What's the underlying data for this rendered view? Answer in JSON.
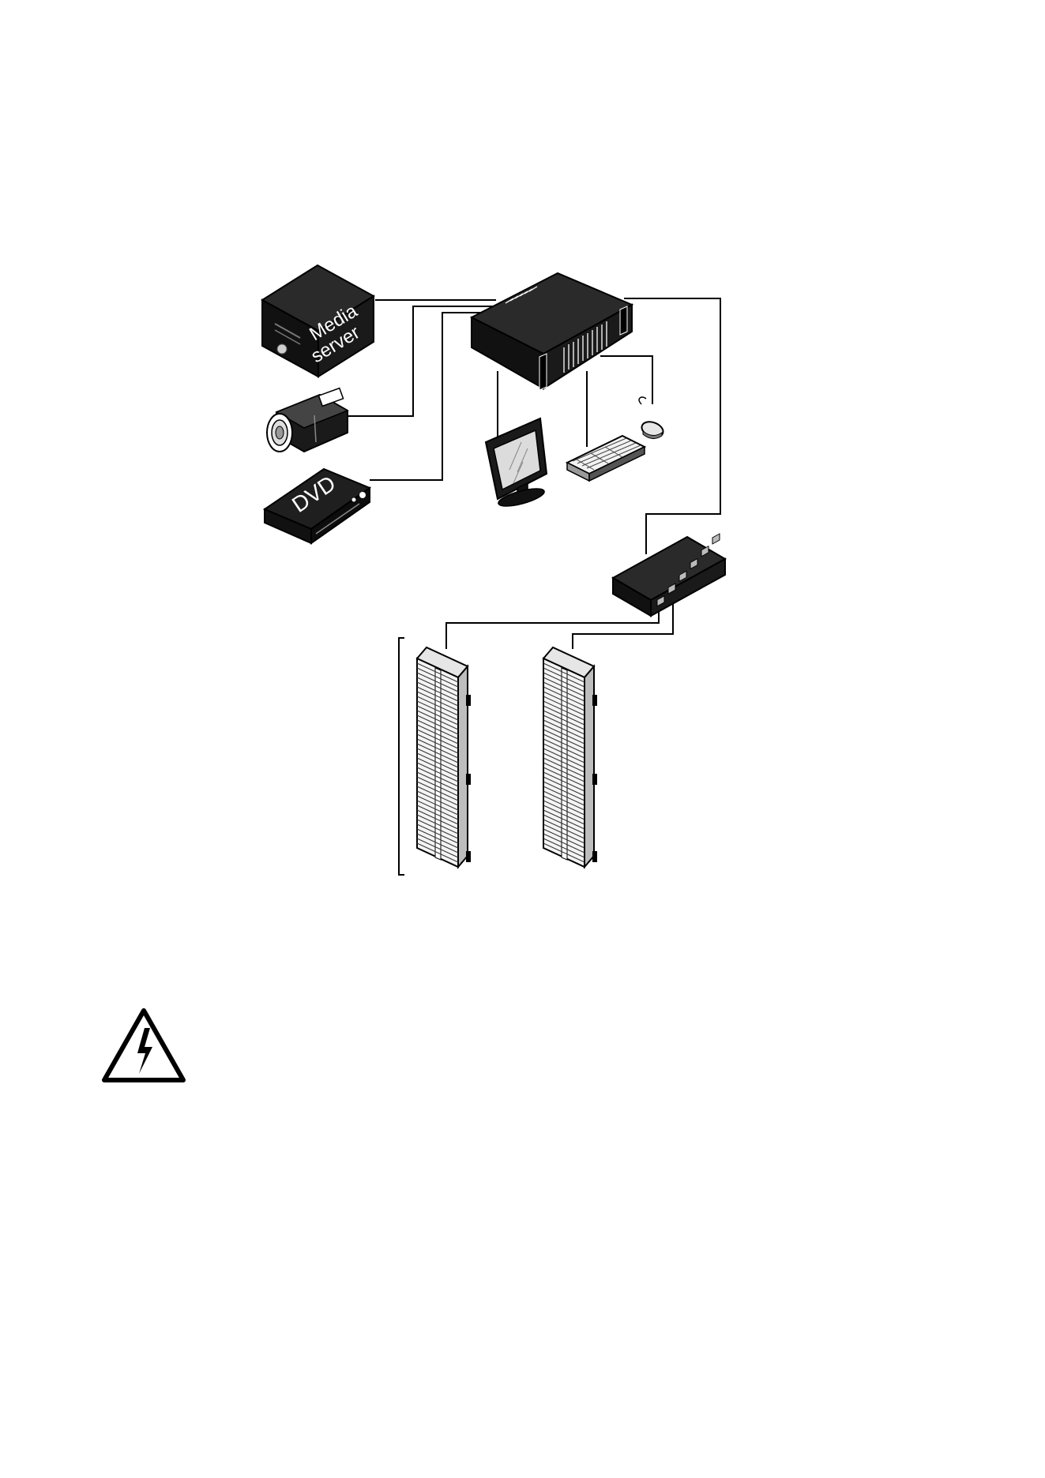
{
  "diagram": {
    "devices": {
      "media_server": {
        "label_line1": "Media",
        "label_line2": "server"
      },
      "dvd_player": {
        "label": "DVD"
      }
    }
  },
  "colors": {
    "device_fill": "#1a1a1a",
    "line": "#000000",
    "panel_fill": "#e6e6e6",
    "background": "#ffffff"
  },
  "icons": [
    "media-server-icon",
    "camcorder-icon",
    "dvd-player-icon",
    "controller-unit-icon",
    "monitor-icon",
    "keyboard-icon",
    "mouse-icon",
    "network-switch-icon",
    "led-panel-icon",
    "high-voltage-warning-icon"
  ]
}
